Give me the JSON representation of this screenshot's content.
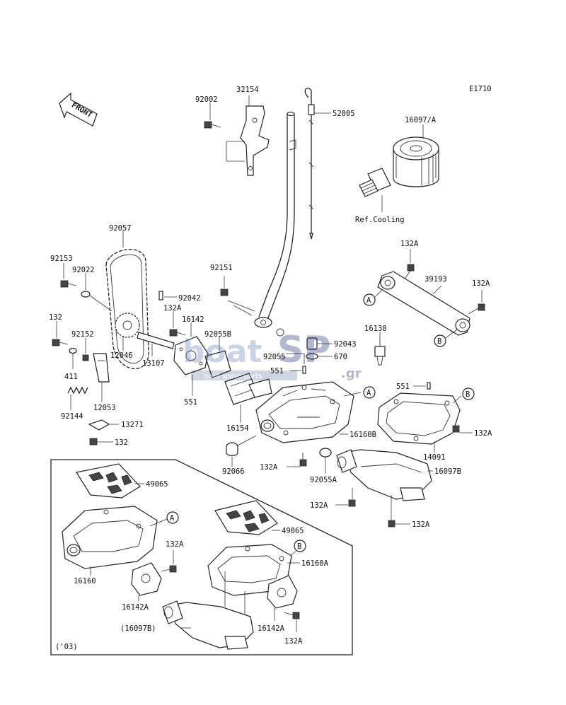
{
  "diagram_code": "E1710",
  "front_label": "FRONT",
  "ref_note": "Ref.Cooling",
  "year_note": "('03)",
  "watermark": {
    "brand": "boat",
    "suffix": "SP",
    "tld": ".gr",
    "sub": "boat spare parts"
  },
  "callouts": {
    "A": "A",
    "B": "B"
  },
  "labels": {
    "p32154": "32154",
    "p92002": "92002",
    "p52005": "52005",
    "p16097A": "16097/A",
    "p92057": "92057",
    "p92153": "92153",
    "p92022": "92022",
    "p92151": "92151",
    "p132A_top": "132A",
    "p39193": "39193",
    "p132A_right": "132A",
    "p92042": "92042",
    "p132A_mid": "132A",
    "p16142": "16142",
    "p132": "132",
    "p92152": "92152",
    "p92055B": "92055B",
    "p16130": "16130",
    "p92043": "92043",
    "p670": "670",
    "p92055": "92055",
    "p551_mid": "551",
    "p12046": "12046",
    "p13107": "13107",
    "p411": "411",
    "p551_left": "551",
    "p12053": "12053",
    "p92144": "92144",
    "p13271": "13271",
    "p132_low": "132",
    "p16154": "16154",
    "p16160B": "16160B",
    "p551_right": "551",
    "p132A_r2": "132A",
    "p14091": "14091",
    "p92066": "92066",
    "p132A_low": "132A",
    "p92055A": "92055A",
    "p16097B": "16097B",
    "p132A_b1": "132A",
    "p132A_b2": "132A",
    "p49065_a": "49065",
    "p49065_b": "49065",
    "p132A_box1": "132A",
    "p16160": "16160",
    "p16160A": "16160A",
    "p16142A_a": "16142A",
    "p16142A_b": "16142A",
    "p16097B_paren": "(16097B)",
    "p132A_box2": "132A"
  }
}
